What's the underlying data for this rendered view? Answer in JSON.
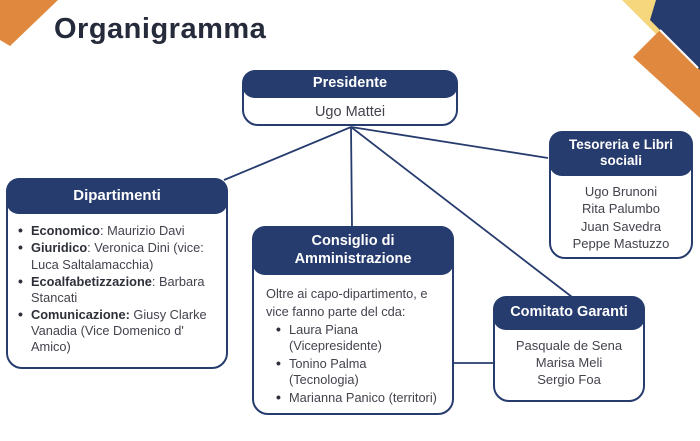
{
  "slide": {
    "title": "Organigramma"
  },
  "colors": {
    "navy": "#273c6e",
    "orange": "#e0893e",
    "yellow": "#f6d77d",
    "title_text": "#262b3c",
    "body_text": "#42434d"
  },
  "org": {
    "presidente": {
      "title": "Presidente",
      "name": "Ugo Mattei"
    },
    "tesoreria": {
      "title": "Tesoreria e Libri sociali",
      "members": [
        "Ugo Brunoni",
        "Rita Palumbo",
        "Juan Savedra",
        "Peppe Mastuzzo"
      ]
    },
    "dipartimenti": {
      "title": "Dipartimenti",
      "items": [
        {
          "bold": "Economico",
          "rest": ": Maurizio Davi"
        },
        {
          "bold": "Giuridico",
          "rest": ": Veronica Dini (vice: Luca Saltalamacchia)"
        },
        {
          "bold": "Ecoalfabetizzazione",
          "rest": ": Barbara Stancati"
        },
        {
          "bold": "Comunicazione:",
          "rest": " Giusy Clarke Vanadia (Vice Domenico d' Amico)"
        }
      ]
    },
    "consiglio": {
      "title": "Consiglio di Amministrazione",
      "intro": "Oltre ai capo-dipartimento, e vice fanno parte del cda:",
      "items": [
        "Laura Piana\n(Vicepresidente)",
        "Tonino Palma\n(Tecnologia)",
        "Marianna Panico (territori)"
      ]
    },
    "comitato": {
      "title": "Comitato Garanti",
      "members": [
        "Pasquale de Sena",
        "Marisa Meli",
        "Sergio Foa"
      ]
    }
  }
}
